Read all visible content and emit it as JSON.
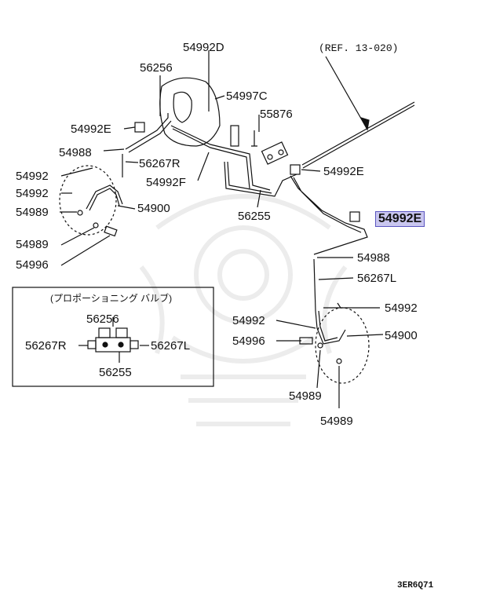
{
  "diagram": {
    "reference": "(REF. 13-020)",
    "drawing_code": "3ER6Q71",
    "inset_title": "(プロポーショニング バルブ)",
    "highlight_color": "#c9c6ef",
    "labels": {
      "p54992D": "54992D",
      "p56256_top": "56256",
      "p54997C": "54997C",
      "p55876": "55876",
      "p54992E_left": "54992E",
      "p54988_left": "54988",
      "p56267R_top": "56267R",
      "p54992F": "54992F",
      "p54992_left1": "54992",
      "p54992_left2": "54992",
      "p54989_left1": "54989",
      "p54900_left": "54900",
      "p54989_left2": "54989",
      "p54996_left": "54996",
      "p56255_mid": "56255",
      "p54992E_right": "54992E",
      "p54992E_hl": "54992E",
      "p54988_right": "54988",
      "p56267L_right": "56267L",
      "p54992_right1": "54992",
      "p54992_right2": "54992",
      "p54900_right": "54900",
      "p54996_right": "54996",
      "p54989_right1": "54989",
      "p54989_right2": "54989",
      "inset_56256": "56256",
      "inset_56267R": "56267R",
      "inset_56267L": "56267L",
      "inset_56255": "56255"
    }
  }
}
